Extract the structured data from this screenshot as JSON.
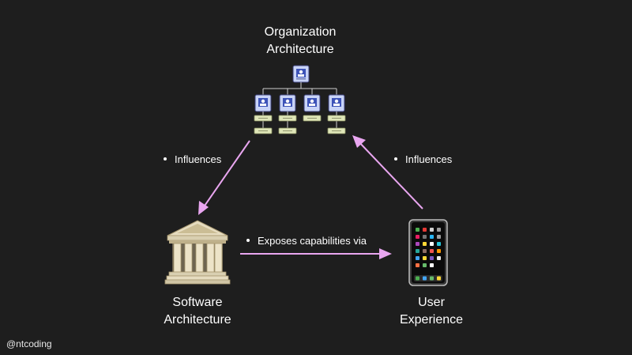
{
  "nodes": {
    "org": {
      "line1": "Organization",
      "line2": "Architecture"
    },
    "software": {
      "line1": "Software",
      "line2": "Architecture"
    },
    "ux": {
      "line1": "User",
      "line2": "Experience"
    }
  },
  "edges": {
    "org_to_software": "Influences",
    "ux_to_org": "Influences",
    "software_to_ux": "Exposes capabilities via"
  },
  "credit": "@ntcoding",
  "colors": {
    "background": "#1e1e1e",
    "arrow": "#e9a6f0",
    "text": "#ffffff"
  },
  "icons": {
    "org": "org-chart-icon",
    "software": "classical-building-icon",
    "ux": "mobile-phone-icon"
  }
}
